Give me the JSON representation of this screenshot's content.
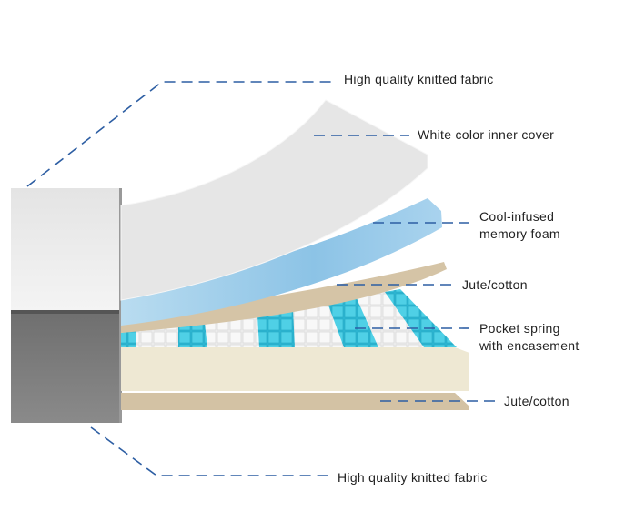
{
  "labels": {
    "top_fabric": "High quality knitted fabric",
    "inner_cover": "White color inner cover",
    "memory_foam_line1": "Cool-infused",
    "memory_foam_line2": "memory foam",
    "jute_top": "Jute/cotton",
    "spring_line1": "Pocket spring",
    "spring_line2": "with encasement",
    "jute_bottom": "Jute/cotton",
    "bottom_fabric": "High quality knitted fabric"
  },
  "colors": {
    "leader_line": "#2d5ea3",
    "inner_cover": "#e6e6e6",
    "foam": "#9fcbe6",
    "jute": "#d5c4a6",
    "spring_cyan": "#3cc4dc",
    "base_foam": "#eee8d3",
    "fabric_gray": "#7a7a7a"
  }
}
